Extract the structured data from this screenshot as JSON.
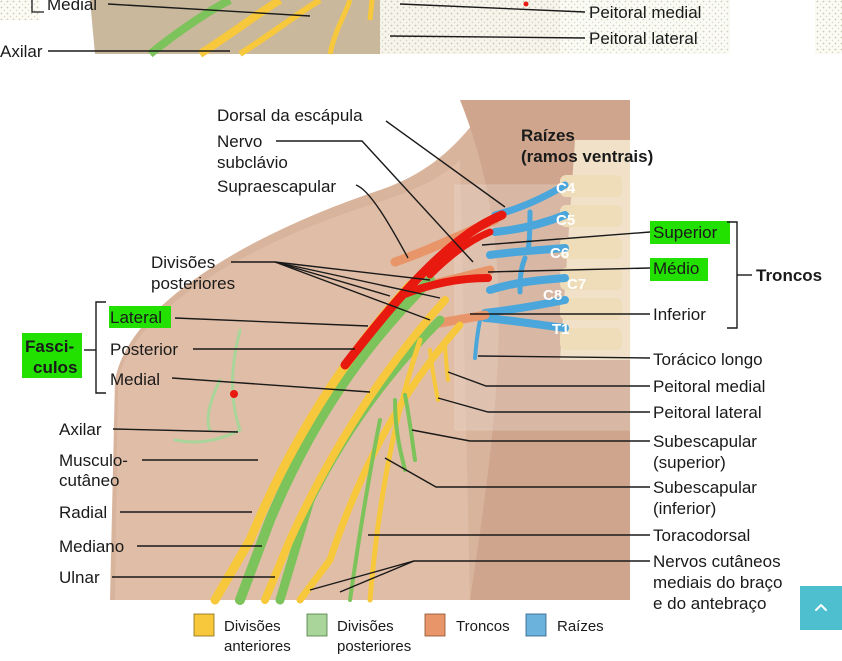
{
  "top_strip": {
    "medial": "Medial",
    "axilar": "Axilar",
    "peitoral_medial": "Peitoral medial",
    "peitoral_lateral": "Peitoral lateral"
  },
  "labels": {
    "dorsal_escapula": "Dorsal da escápula",
    "nervo": "Nervo",
    "subclavio": "subclávio",
    "supraescapular": "Supraescapular",
    "divisoes": "Divisões",
    "posteriores": "posteriores",
    "raizes_1": "Raízes",
    "raizes_2": "(ramos ventrais)",
    "lateral": "Lateral",
    "posterior": "Posterior",
    "medial": "Medial",
    "fasci": "Fasci-",
    "culos": "culos",
    "axilar": "Axilar",
    "musculo": "Musculo-",
    "cutaneo": "cutâneo",
    "radial": "Radial",
    "mediano": "Mediano",
    "ulnar": "Ulnar",
    "superior": "Superior",
    "medio": "Médio",
    "inferior": "Inferior",
    "troncos": "Troncos",
    "toracico_longo": "Torácico longo",
    "peitoral_medial": "Peitoral medial",
    "peitoral_lateral": "Peitoral lateral",
    "subescapular_sup_1": "Subescapular",
    "subescapular_sup_2": "(superior)",
    "subescapular_inf_1": "Subescapular",
    "subescapular_inf_2": "(inferior)",
    "toracodorsal": "Toracodorsal",
    "cutaneos_1": "Nervos cutâneos",
    "cutaneos_2": "mediais do braço",
    "cutaneos_3": "e do antebraço"
  },
  "roots": [
    "C4",
    "C5",
    "C6",
    "C7",
    "C8",
    "T1"
  ],
  "legend": [
    {
      "line1": "Divisões",
      "line2": "anteriores",
      "color": "#f7c83c"
    },
    {
      "line1": "Divisões",
      "line2": "posteriores",
      "color": "#a9d49a"
    },
    {
      "line1": "Troncos",
      "line2": "",
      "color": "#e8956a"
    },
    {
      "line1": "Raízes",
      "line2": "",
      "color": "#6bb3dc"
    }
  ],
  "colors": {
    "highlight": "#22e000",
    "annotation_red": "#e8190f",
    "skin": "#d9b49c",
    "anterior": "#f7c83c",
    "posterior": "#7cc35b",
    "trunk": "#e8956a",
    "root": "#4aa6db"
  },
  "scroll_top_icon": "chevron-up-icon"
}
